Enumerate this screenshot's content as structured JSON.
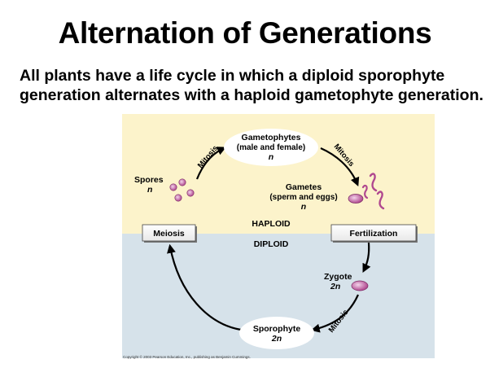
{
  "title": "Alternation of Generations",
  "intro": "All plants have a life cycle in which a diploid sporophyte generation alternates with a haploid gametophyte generation.",
  "diagram": {
    "gametophytes": {
      "line1": "Gametophytes",
      "line2": "(male and female)",
      "ploidy": "n"
    },
    "gametes": {
      "line1": "Gametes",
      "line2": "(sperm and eggs)",
      "ploidy": "n"
    },
    "spores": {
      "label": "Spores",
      "ploidy": "n"
    },
    "zygote": {
      "label": "Zygote",
      "ploidy": "2n"
    },
    "sporophyte": {
      "label": "Sporophyte",
      "ploidy": "2n"
    },
    "zone_haploid": "HAPLOID",
    "zone_diploid": "DIPLOID",
    "meiosis": "Meiosis",
    "fertilization": "Fertilization",
    "mitosis_left": "Mitosis",
    "mitosis_right": "Mitosis",
    "mitosis_bottom": "Mitosis",
    "colors": {
      "haploid_bg": "#FCF3CB",
      "diploid_bg": "#D6E2EA",
      "cell": "#B0488F"
    }
  },
  "copyright": "Copyright © 2003 Pearson Education, Inc., publishing as Benjamin Cummings."
}
